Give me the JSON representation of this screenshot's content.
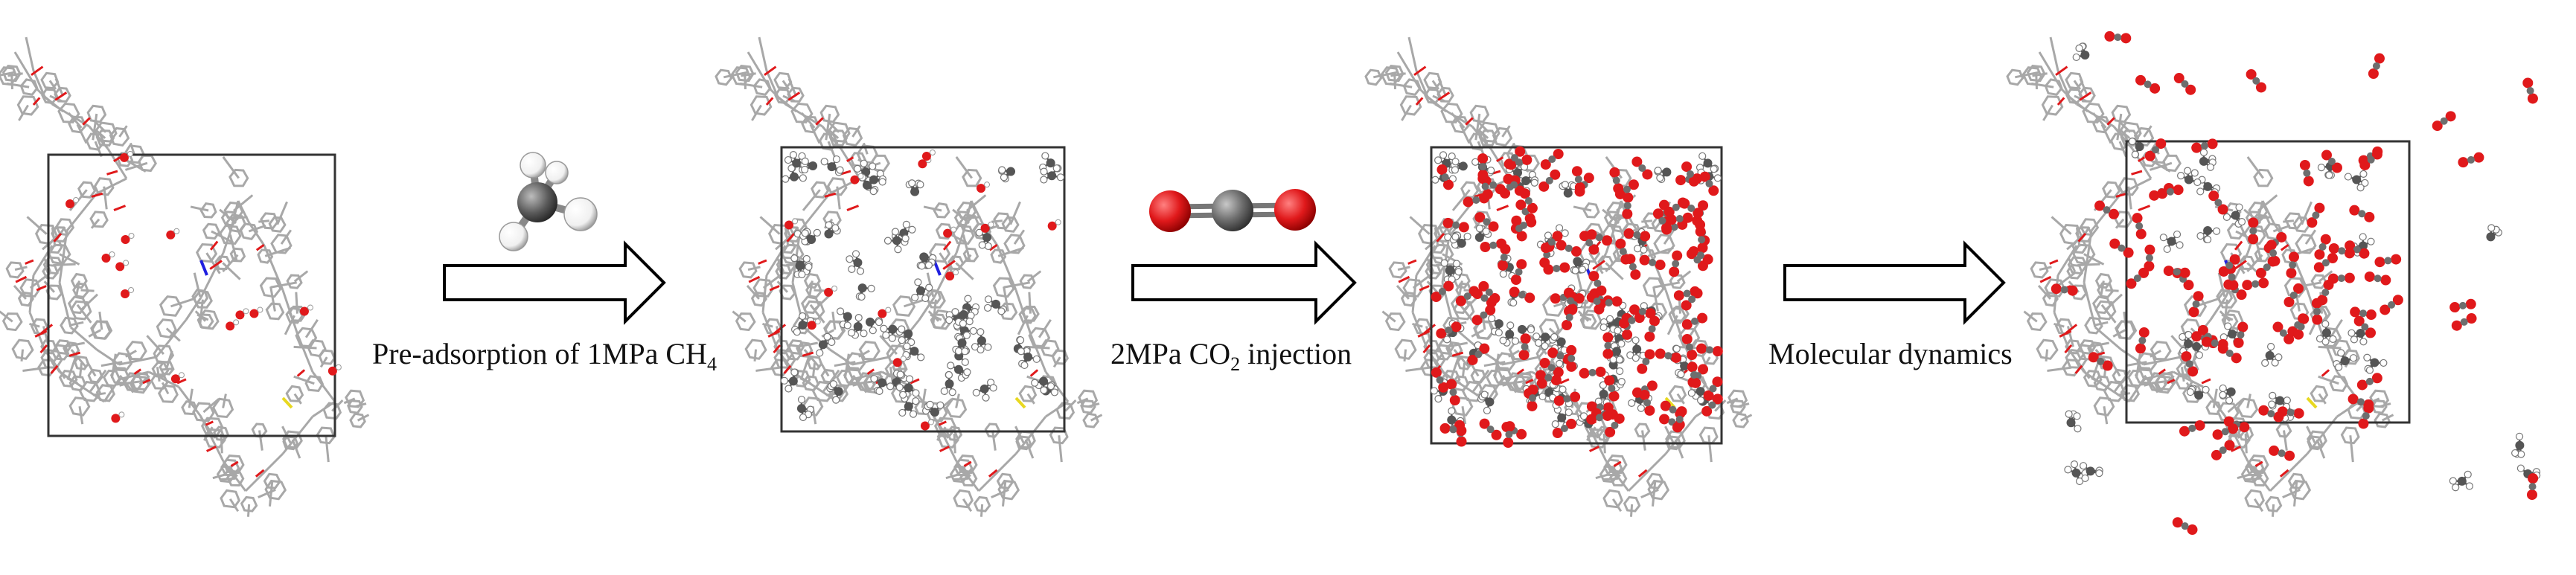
{
  "steps": [
    {
      "label": "Pre-adsorption of 1MPa CH",
      "sub": "4",
      "after": ""
    },
    {
      "label": "2MPa CO",
      "sub": "2",
      "after": " injection"
    },
    {
      "label": "Molecular dynamics",
      "sub": "",
      "after": ""
    }
  ],
  "colors": {
    "carbon_bond": "#a8a8a8",
    "oxygen": "#e0191b",
    "co2_carbon": "#6e6e6e",
    "methane_h": "#ffffff",
    "nitrogen": "#2020e0",
    "sulfur": "#e8d820",
    "box": "#333333"
  },
  "icons": [
    "methane-molecule-icon",
    "co2-molecule-icon",
    "right-arrow-icon"
  ]
}
